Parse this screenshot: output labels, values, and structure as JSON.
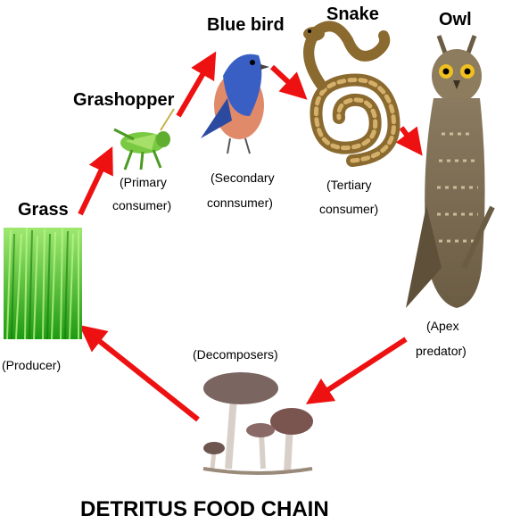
{
  "title": "DETRITUS FOOD CHAIN",
  "organisms": {
    "grass": {
      "name": "Grass",
      "role": "(Producer)"
    },
    "grasshopper": {
      "name": "Grashopper",
      "role_line1": "(Primary",
      "role_line2": "consumer)"
    },
    "bluebird": {
      "name": "Blue bird",
      "role_line1": "(Secondary",
      "role_line2": "connsumer)"
    },
    "snake": {
      "name": "Snake",
      "role_line1": "(Tertiary",
      "role_line2": "consumer)"
    },
    "owl": {
      "name": "Owl",
      "role_line1": "(Apex",
      "role_line2": "predator)"
    },
    "decomposers": {
      "role": "(Decomposers)"
    }
  },
  "colors": {
    "arrow": "#ee1111",
    "grass": "#3dbb1f",
    "text": "#000000"
  },
  "icons": [
    "grass-icon",
    "grasshopper-icon",
    "bluebird-icon",
    "snake-icon",
    "owl-icon",
    "mushroom-icon"
  ]
}
